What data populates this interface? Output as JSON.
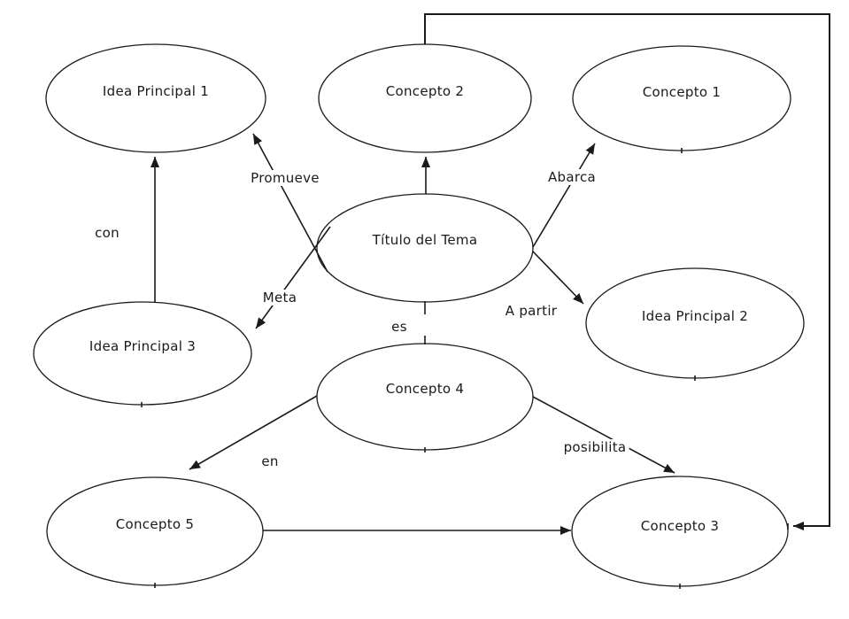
{
  "diagram": {
    "type": "concept-map",
    "background_color": "#ffffff",
    "line_color": "#1a1a1a",
    "text_color": "#1a1a1a",
    "node_fill": "#ffffff",
    "nodes": [
      {
        "label": "Idea Principal 1"
      },
      {
        "label": "Concepto 2"
      },
      {
        "label": "Concepto 1"
      },
      {
        "label": "Título del Tema"
      },
      {
        "label": "Idea Principal 2"
      },
      {
        "label": "Idea Principal 3"
      },
      {
        "label": "Concepto 4"
      },
      {
        "label": "Concepto 5"
      },
      {
        "label": "Concepto 3"
      }
    ],
    "edges": [
      {
        "label": "con",
        "from": "Idea Principal 3",
        "to": "Idea Principal 1"
      },
      {
        "label": "Promueve",
        "from": "Título del Tema",
        "to": "Idea Principal 1"
      },
      {
        "label": "Meta",
        "from": "Título del Tema",
        "to": "Idea Principal 3"
      },
      {
        "label": "",
        "from": "Título del Tema",
        "to": "Concepto 2"
      },
      {
        "label": "Abarca",
        "from": "Título del Tema",
        "to": "Concepto 1"
      },
      {
        "label": "A partir",
        "from": "Título del Tema",
        "to": "Idea Principal 2"
      },
      {
        "label": "es",
        "from": "Título del Tema",
        "to": "Concepto 4"
      },
      {
        "label": "en",
        "from": "Concepto 4",
        "to": "Concepto 5"
      },
      {
        "label": "posibilita",
        "from": "Concepto 4",
        "to": "Concepto 3"
      },
      {
        "label": "",
        "from": "Concepto 5",
        "to": "Concepto 3"
      },
      {
        "label": "",
        "from": "Concepto 2",
        "to": "Concepto 3"
      }
    ]
  }
}
